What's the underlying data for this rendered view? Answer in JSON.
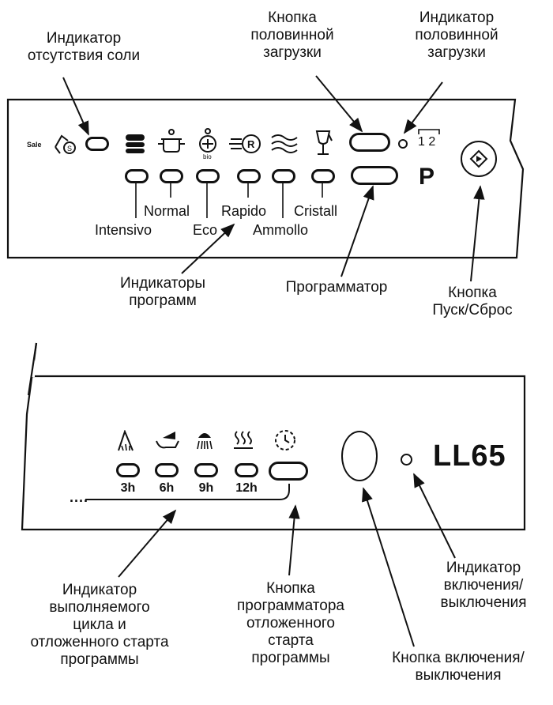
{
  "top_panel": {
    "callouts": {
      "salt_indicator": [
        "Индикатор",
        "отсутствия соли"
      ],
      "half_load_button": [
        "Кнопка",
        "половинной",
        "загрузки"
      ],
      "half_load_indicator": [
        "Индикатор",
        "половинной",
        "загрузки"
      ],
      "program_indicators": [
        "Индикаторы",
        "программ"
      ],
      "programmer": [
        "Программатор"
      ],
      "start_reset_button": [
        "Кнопка",
        "Пуск/Сброс"
      ]
    },
    "salt_label": "Sale",
    "programs": [
      "Intensivo",
      "Normal",
      "Eco",
      "Rapido",
      "Ammollo",
      "Cristall"
    ],
    "half_load_mark": "1 2",
    "programmer_mark": "P",
    "program_icons": [
      "intensive-pot-icon",
      "normal-pan-icon",
      "eco-bio-icon",
      "rapid-r-icon",
      "soak-wave-icon",
      "glass-icon"
    ]
  },
  "bottom_panel": {
    "model": "LL65",
    "delay_times": [
      "3h",
      "6h",
      "9h",
      "12h"
    ],
    "delay_dots": "....",
    "callouts": {
      "cycle_indicator": [
        "Индикатор",
        "выполняемого",
        "цикла и",
        "отложенного старта",
        "программы"
      ],
      "delay_button": [
        "Кнопка",
        "программатора",
        "отложенного",
        "старта",
        "программы"
      ],
      "power_indicator": [
        "Индикатор",
        "включения/",
        "выключения"
      ],
      "power_button": [
        "Кнопка включения/",
        "выключения"
      ]
    },
    "stage_icons": [
      "prewash-icon",
      "wash-icon",
      "rinse-icon",
      "dry-icon",
      "delay-clock-icon"
    ]
  },
  "colors": {
    "line": "#111111",
    "background": "#ffffff"
  }
}
